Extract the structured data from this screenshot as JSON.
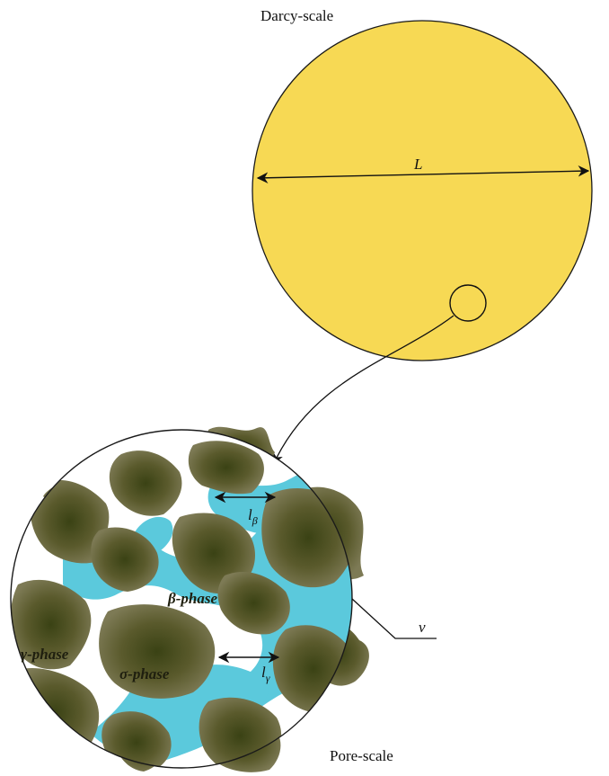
{
  "labels": {
    "darcy_scale": "Darcy-scale",
    "pore_scale": "Pore-scale",
    "length_L": "L",
    "l_beta_main": "l",
    "l_beta_sub": "β",
    "l_gamma_main": "l",
    "l_gamma_sub": "γ",
    "v": "v"
  },
  "phases": {
    "beta": "β-phase",
    "gamma": "γ-phase",
    "sigma": "σ-phase"
  },
  "colors": {
    "darcy_fill": "#f7d954",
    "fluid_fill": "#5bc9dc",
    "grain_fill": "#5a5a2c",
    "grain_dark": "#2f3414",
    "outline": "#1a1a1a"
  }
}
